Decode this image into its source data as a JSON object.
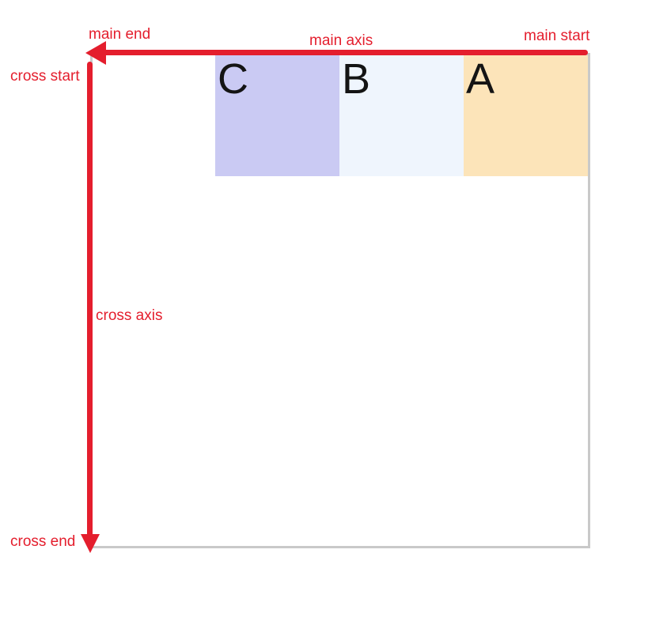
{
  "diagram": {
    "description_labels": {
      "main_end": "main end",
      "main_axis": "main axis",
      "main_start": "main start",
      "cross_start": "cross start",
      "cross_axis": "cross axis",
      "cross_end": "cross end"
    }
  },
  "colors": {
    "axis_red": "#e41e2d",
    "container_border": "#c9c9c9",
    "letter_color": "#141414"
  },
  "container": {
    "items": [
      {
        "label": "A",
        "bg": "#fce4b9"
      },
      {
        "label": "B",
        "bg": "#eff5fd"
      },
      {
        "label": "C",
        "bg": "#cacaf3"
      }
    ]
  }
}
